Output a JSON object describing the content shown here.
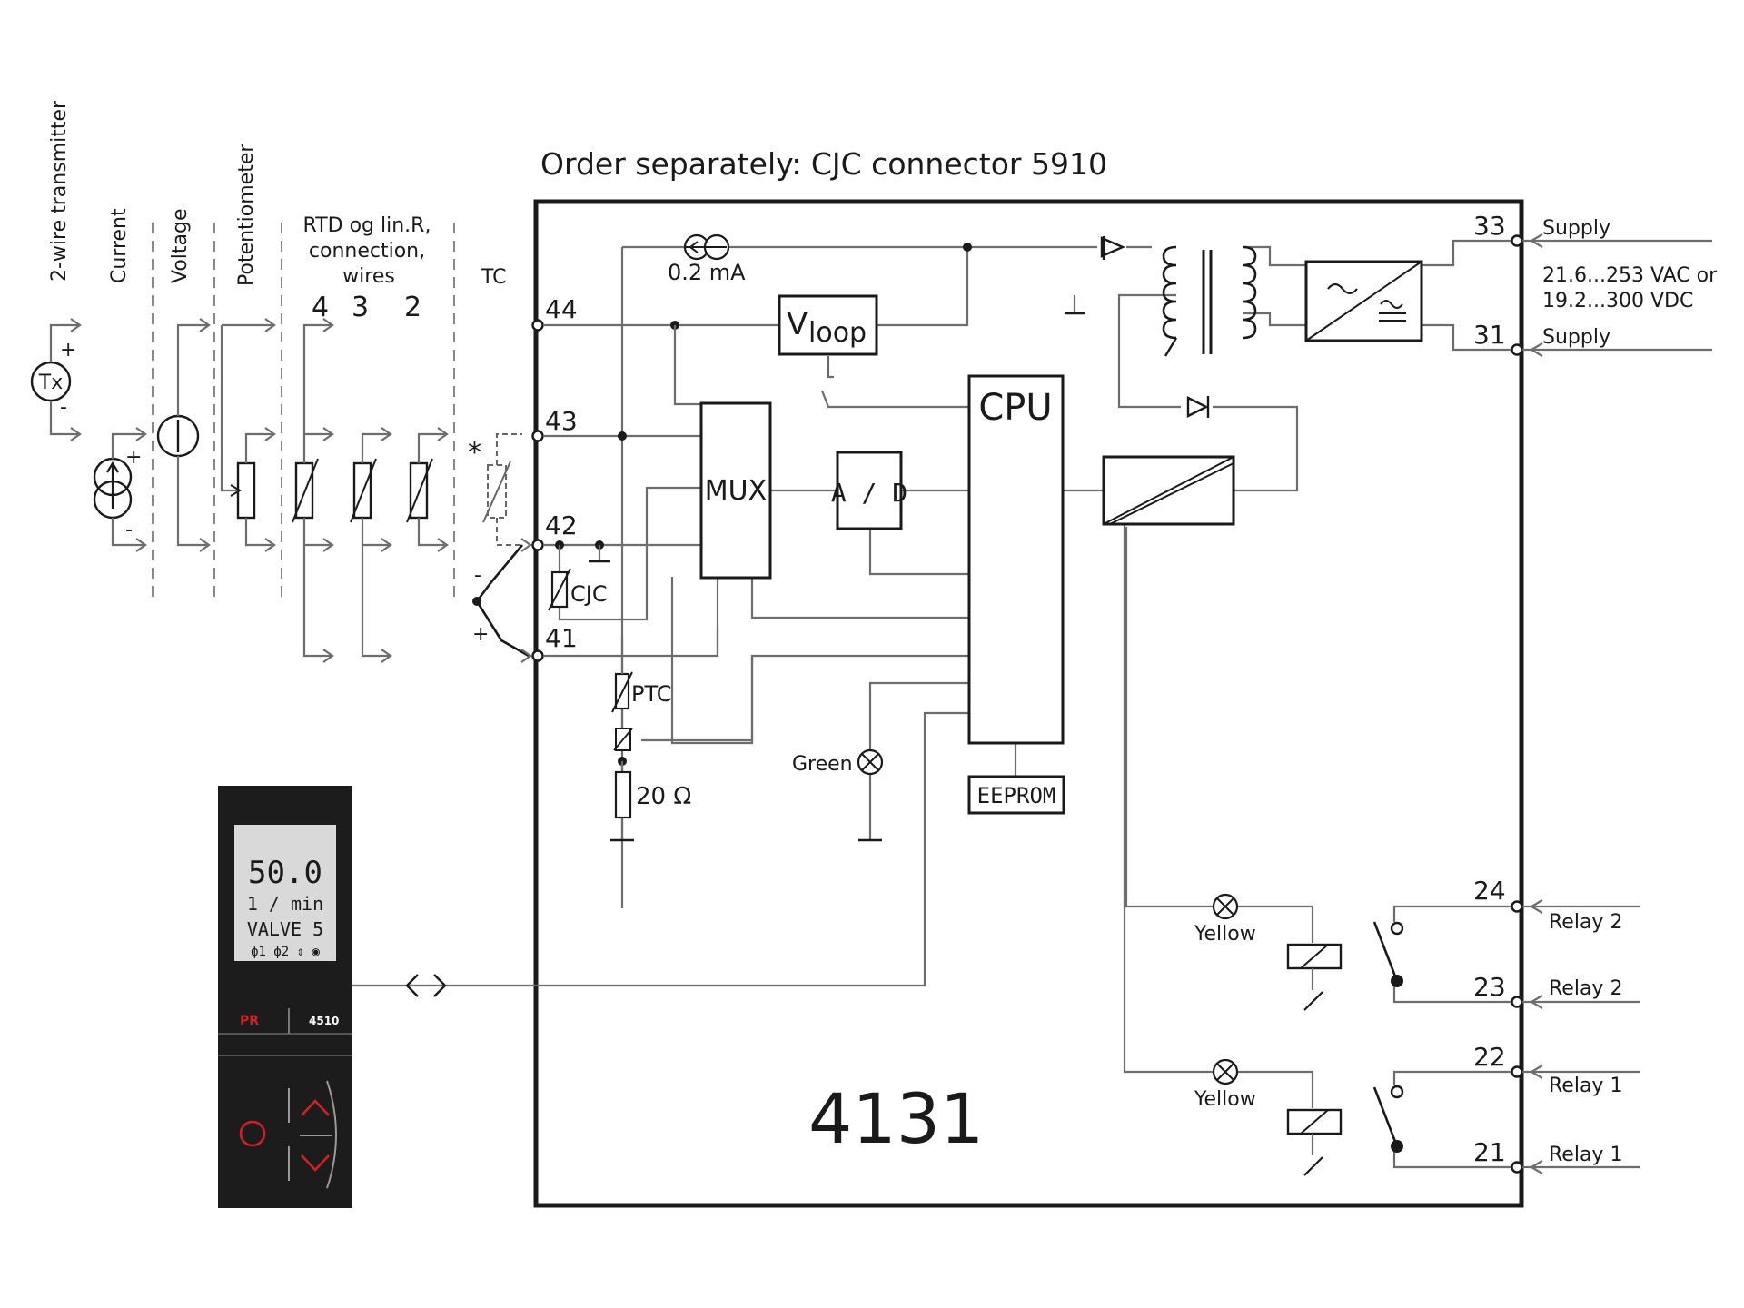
{
  "header": {
    "order_note": "Order separately: CJC connector 5910"
  },
  "inputs": {
    "two_wire": "2-wire transmitter",
    "tx": "Tx",
    "current": "Current",
    "voltage": "Voltage",
    "potentiometer": "Potentiometer",
    "rtd_line1": "RTD og lin.R,",
    "rtd_line2": "connection,",
    "rtd_line3": "wires",
    "wires": [
      "4",
      "3",
      "2"
    ],
    "tc": "TC",
    "star": "*",
    "plus": "+",
    "minus": "-"
  },
  "terminals": {
    "t44": "44",
    "t43": "43",
    "t42": "42",
    "t41": "41",
    "t33": "33",
    "t31": "31",
    "t24": "24",
    "t23": "23",
    "t22": "22",
    "t21": "21"
  },
  "blocks": {
    "current_source": "0.2 mA",
    "vloop_main": "V",
    "vloop_sub": "loop",
    "mux": "MUX",
    "ad": "A / D",
    "cpu": "CPU",
    "eeprom": "EEPROM",
    "cjc": "CJC",
    "ptc": "PTC",
    "resistor": "20 Ω",
    "green_led": "Green",
    "yellow_led_1": "Yellow",
    "yellow_led_2": "Yellow"
  },
  "supply": {
    "label_top": "Supply",
    "label_bottom": "Supply",
    "spec_line1": "21.6...253 VAC or",
    "spec_line2": "19.2...300 VDC"
  },
  "relays": {
    "r24": "Relay 2",
    "r23": "Relay 2",
    "r22": "Relay 1",
    "r21": "Relay 1"
  },
  "device": {
    "model": "4131",
    "display_value": "50.0",
    "display_unit": "1 / min",
    "display_tag": "VALVE 5",
    "display_icons": "ф1 ф2 ⇕ ◉",
    "brand": "PR",
    "display_model": "4510"
  },
  "colors": {
    "led_red": "#d42020",
    "device_body": "#1c1c1c",
    "screen": "#d9d9d9"
  }
}
